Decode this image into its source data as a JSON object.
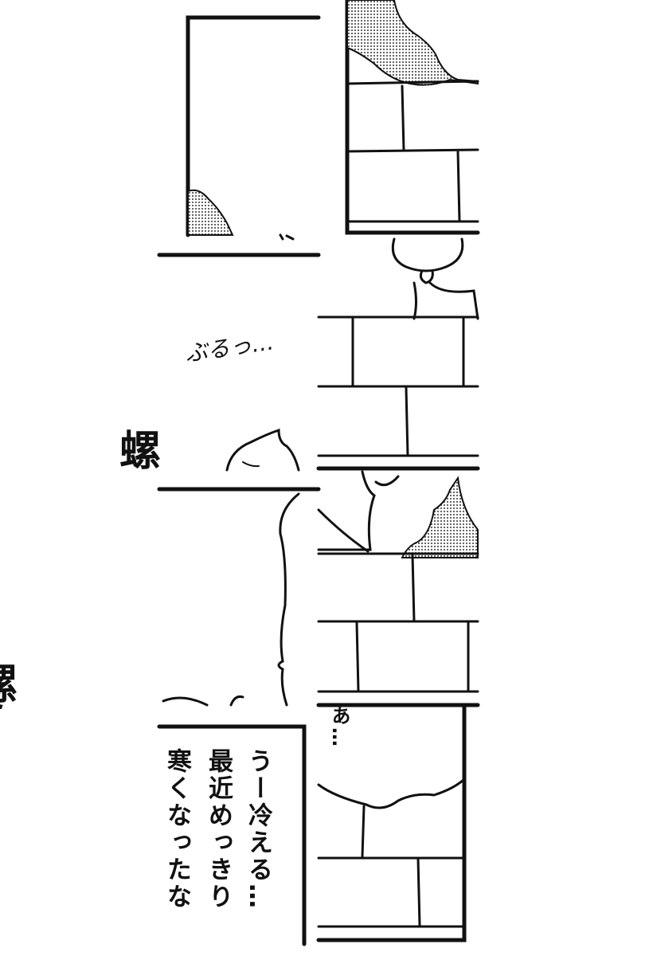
{
  "sfx_shiver": "ぶるっ…",
  "title_fragment_1": "螺",
  "title_fragment_2": "螺旋",
  "speech_ah": "あ…",
  "narration": {
    "line1": "うー冷える…",
    "line2": "最近めっきり",
    "line3": "寒くなったな"
  },
  "colors": {
    "ink": "#111111",
    "paper": "#ffffff",
    "screentone": "#9a9a9a"
  }
}
